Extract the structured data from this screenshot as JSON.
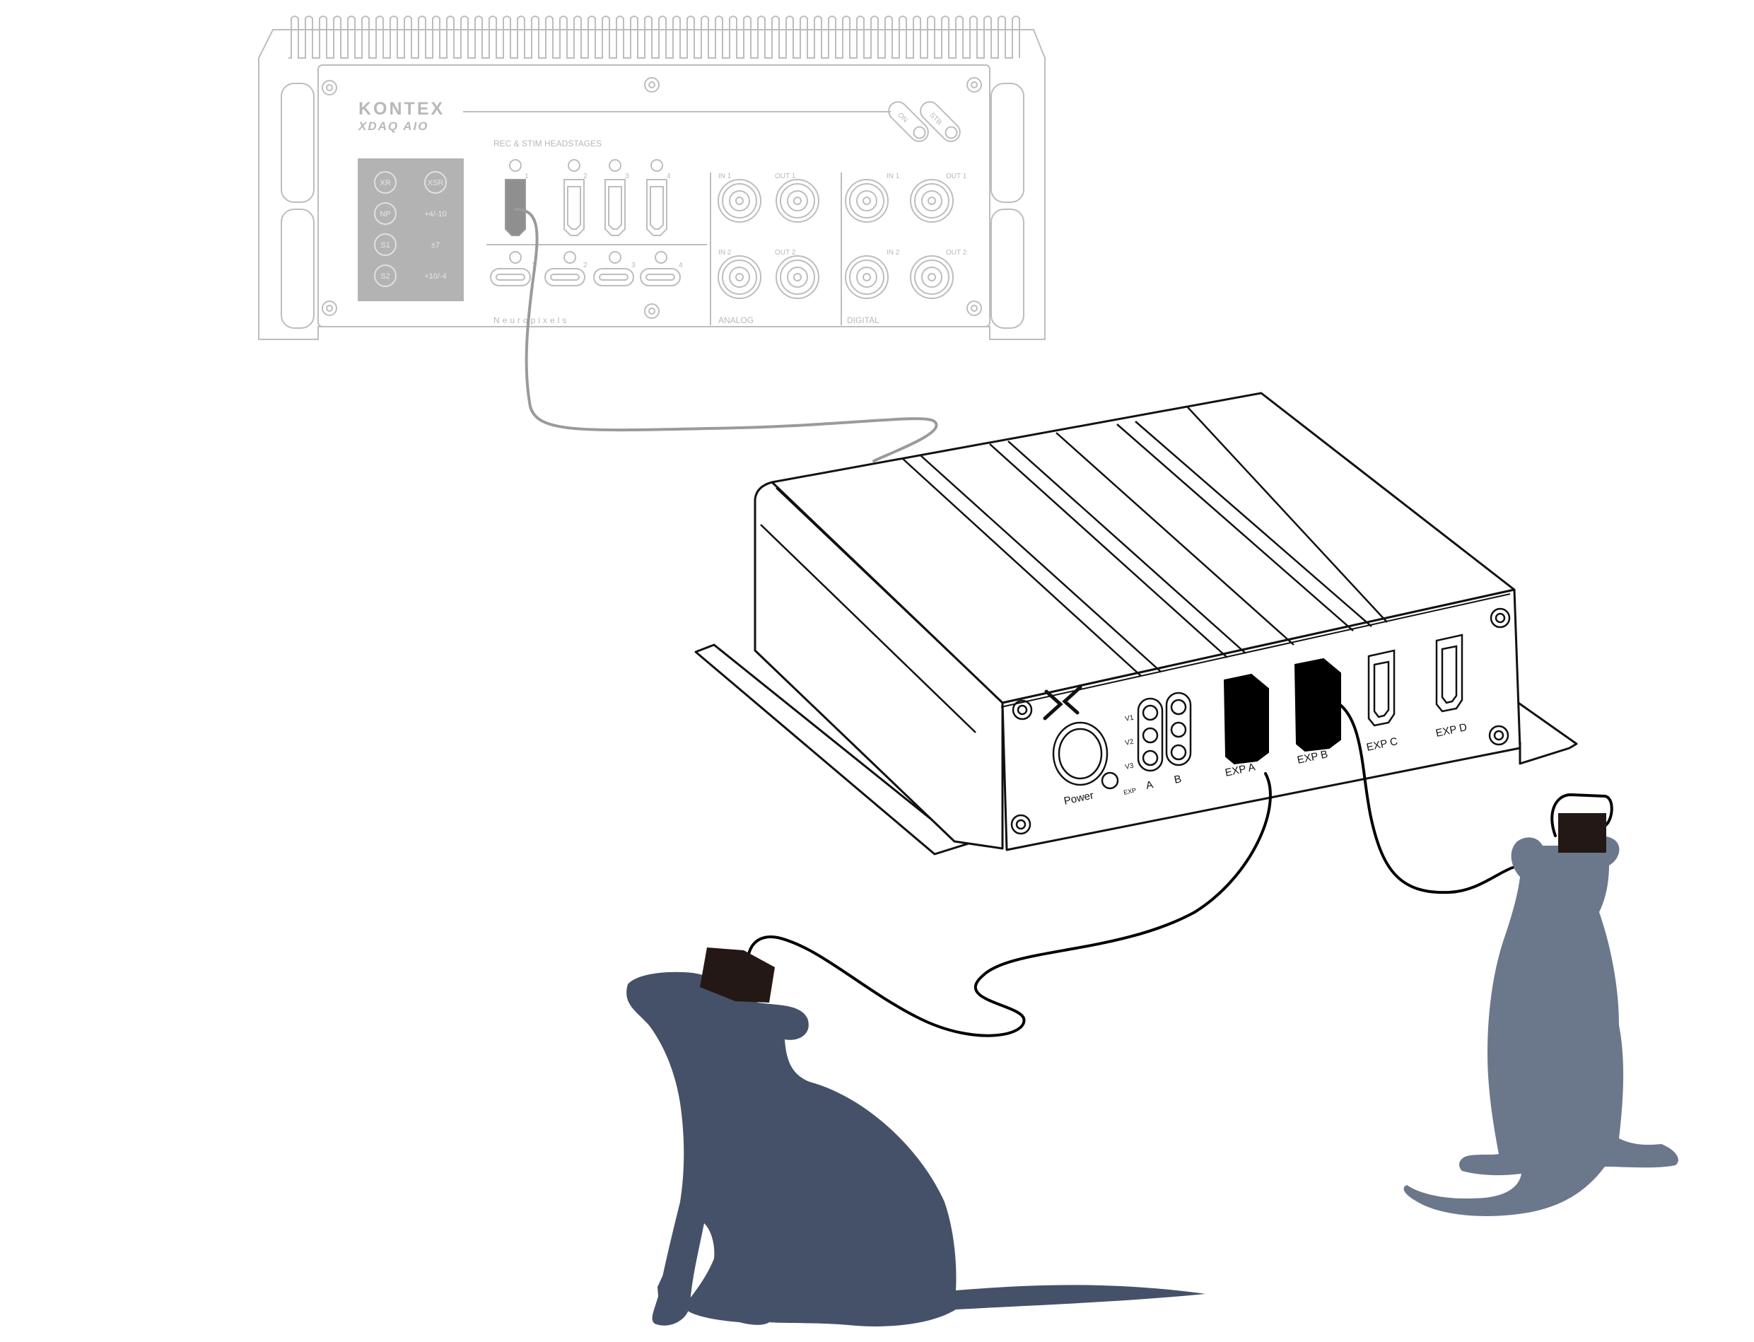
{
  "daq": {
    "brand": "KONTEX",
    "model": "XDAQ AIO",
    "indicators": {
      "on": "ON",
      "stb": "STB"
    },
    "left_panel": {
      "left_labels": [
        "XR",
        "NP",
        "S1",
        "S2"
      ],
      "right_labels": [
        "XSR",
        "+4/-10",
        "±7",
        "+10/-4"
      ]
    },
    "headstage_title": "REC & STIM HEADSTAGES",
    "hdmi_numbers": [
      "1",
      "2",
      "3",
      "4"
    ],
    "usbc_numbers": [
      "1",
      "2",
      "3",
      "4"
    ],
    "neuropixels_label": "Neuropixels",
    "analog": {
      "label": "ANALOG",
      "in1": "IN 1",
      "out1": "OUT 1",
      "in2": "IN 2",
      "out2": "OUT 2"
    },
    "digital": {
      "label": "DIGITAL",
      "in1": "IN 1",
      "out1": "OUT 1",
      "in2": "IN 2",
      "out2": "OUT 2"
    }
  },
  "hub": {
    "power_label": "Power",
    "led_rows": [
      "V1",
      "V2",
      "V3"
    ],
    "exp_label": "EXP",
    "led_columns": [
      "A",
      "B"
    ],
    "ports": [
      "EXP A",
      "EXP B",
      "EXP C",
      "EXP D"
    ]
  },
  "colors": {
    "faded_line": "#bdbdbd",
    "faded_panel": "#b3b3b3",
    "cable": "#9a9a9a",
    "ink": "#111111",
    "rat_front": "#445168",
    "rat_back": "#6b788b",
    "headstage": "#231815"
  }
}
